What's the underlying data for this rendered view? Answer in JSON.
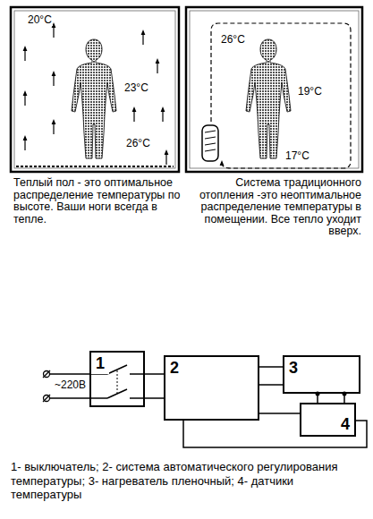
{
  "diagram": {
    "caption": "1- выключатель; 2- система автоматического регулирования температуры; 3- нагреватель пленочный; 4- датчики температуры",
    "nodes": [
      {
        "text": [
          "1"
        ]
      },
      {
        "text": [
          "2"
        ]
      },
      {
        "text": [
          "3"
        ]
      },
      {
        "text": [
          "4"
        ]
      }
    ],
    "edges": [
      {
        "from": 0,
        "to": 1,
        "arrow": "none"
      },
      {
        "from": 0,
        "to": 1,
        "arrow": "none"
      },
      {
        "from": 1,
        "to": 2,
        "arrow": "none"
      },
      {
        "from": 1,
        "to": 2,
        "arrow": "none"
      },
      {
        "from": 2,
        "to": 3,
        "arrow": "none"
      },
      {
        "from": 2,
        "to": 3,
        "arrow": "none"
      },
      {
        "from": 1,
        "to": 3,
        "arrow": "none"
      },
      {
        "from": 1,
        "to": 3,
        "arrow": "none"
      }
    ],
    "labels": [
      "20°C",
      "23°C",
      "26°C",
      "26°C",
      "19°C",
      "17°C",
      "Теплый пол - это оптимальное распределение температуры по высоте. Ваши ноги всегда в тепле.",
      "Система традиционного отопления -это неоптимальное распределение температуры в помещении. Все тепло уходит вверх.",
      "~220В"
    ]
  }
}
